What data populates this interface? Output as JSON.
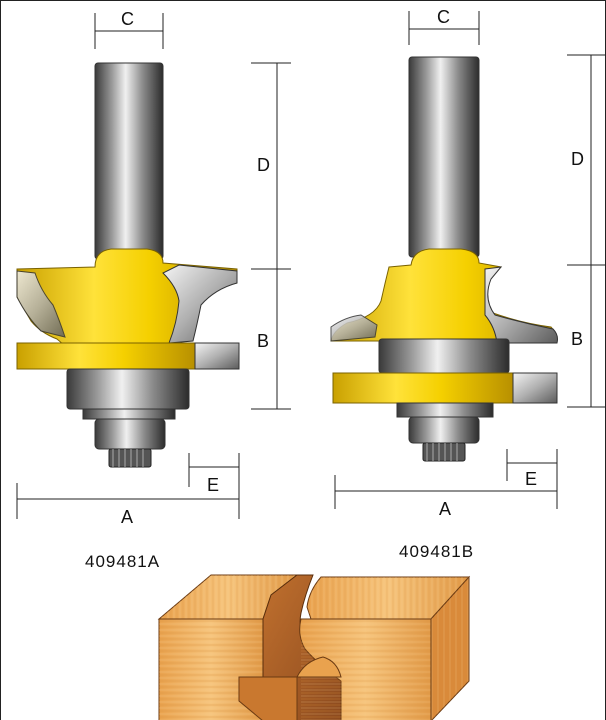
{
  "labels": {
    "a": "A",
    "b": "B",
    "c": "C",
    "d": "D",
    "e": "E"
  },
  "models": {
    "left": "409481A",
    "right": "409481B"
  },
  "colors": {
    "yellow": "#f5d200",
    "yellow_shade": "#c9a400",
    "steel_light": "#d9d9d9",
    "steel_dark": "#5a5a5a",
    "wood_light": "#f2b66a",
    "wood_dark": "#b8642a"
  }
}
